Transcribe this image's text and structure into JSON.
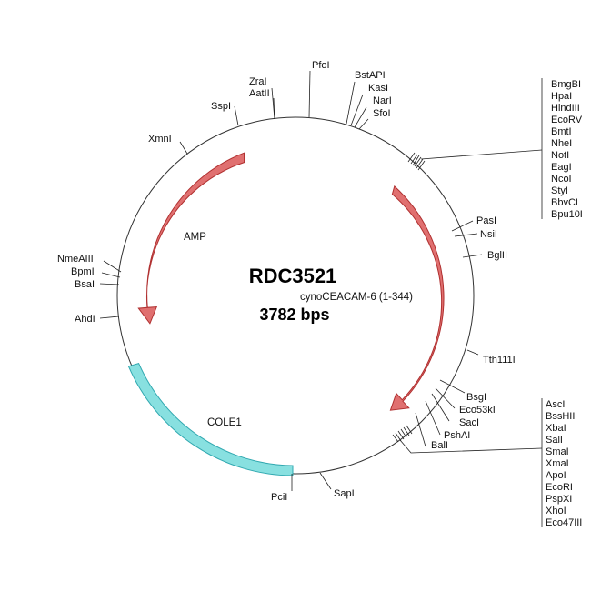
{
  "plasmid": {
    "name": "RDC3521",
    "size_label": "3782 bps"
  },
  "features": {
    "amp": "AMP",
    "cole1": "COLE1",
    "insert": "cynoCEACAM-6 (1-344)"
  },
  "colors": {
    "arrow_fill": "#e07070",
    "arrow_stroke": "#b03030",
    "origin_fill": "#88e0e0",
    "origin_stroke": "#30a8b0",
    "backbone": "#333333"
  },
  "sites": {
    "pfoi": "PfoI",
    "bstapi": "BstAPI",
    "kasi": "KasI",
    "nari": "NarI",
    "sfoi": "SfoI",
    "zrai": "ZraI",
    "aatii": "AatII",
    "sspi": "SspI",
    "xmni": "XmnI",
    "nmeaiii": "NmeAIII",
    "bpmi": "BpmI",
    "bsai": "BsaI",
    "ahdi": "AhdI",
    "pasi": "PasI",
    "nsii": "NsiI",
    "bglii": "BglII",
    "tth111i": "Tth111I",
    "bsgi": "BsgI",
    "eco53ki": "Eco53kI",
    "saci": "SacI",
    "pshai": "PshAI",
    "bali": "BalI",
    "sapi": "SapI",
    "pcii": "PciI"
  },
  "cluster_top": [
    "BmgBI",
    "HpaI",
    "HindIII",
    "EcoRV",
    "BmtI",
    "NheI",
    "NotI",
    "EagI",
    "NcoI",
    "StyI",
    "BbvCI",
    "Bpu10I"
  ],
  "cluster_bottom": [
    "AscI",
    "BssHII",
    "XbaI",
    "SalI",
    "SmaI",
    "XmaI",
    "ApoI",
    "EcoRI",
    "PspXI",
    "XhoI",
    "Eco47III"
  ]
}
